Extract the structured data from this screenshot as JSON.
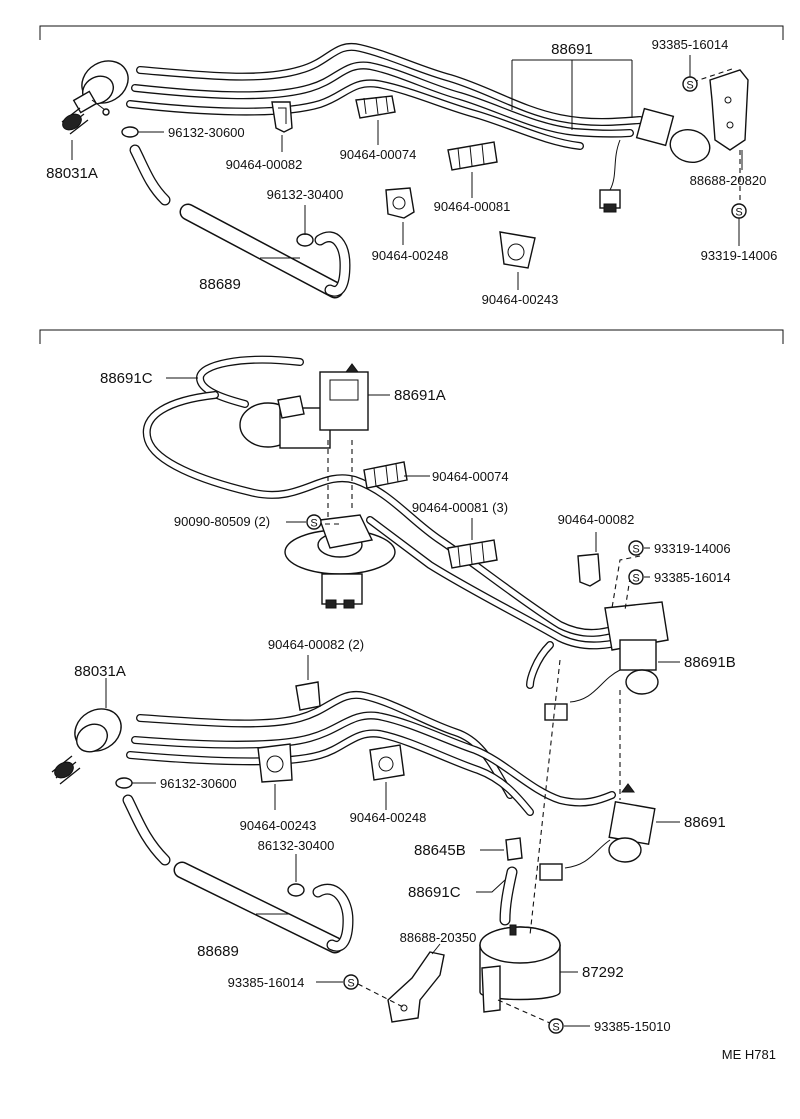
{
  "diagram": {
    "code": "ME H781",
    "s_symbol": "S",
    "top_labels": {
      "p88691": "88691",
      "p93385_16014": "93385-16014",
      "p88031A": "88031A",
      "p96132_30600": "96132-30600",
      "p90464_00082": "90464-00082",
      "p90464_00074": "90464-00074",
      "p88688_20820": "88688-20820",
      "p96132_30400": "96132-30400",
      "p90464_00081": "90464-00081",
      "p93319_14006": "93319-14006",
      "p90464_00248": "90464-00248",
      "p88689": "88689",
      "p90464_00243": "90464-00243"
    },
    "bottom_labels": {
      "p88691C_top": "88691C",
      "p88691A": "88691A",
      "p90464_00074": "90464-00074",
      "p90464_00081_3": "90464-00081  (3)",
      "p90090_80509_2": "90090-80509  (2)",
      "p90464_00082": "90464-00082",
      "p93319_14006": "93319-14006",
      "p93385_16014_right": "93385-16014",
      "p90464_00082_2": "90464-00082  (2)",
      "p88031A": "88031A",
      "p88691B": "88691B",
      "p96132_30600": "96132-30600",
      "p88691": "88691",
      "p90464_00243": "90464-00243",
      "p90464_00248": "90464-00248",
      "p86132_30400": "86132-30400",
      "p88645B": "88645B",
      "p88691C_bottom": "88691C",
      "p88689": "88689",
      "p88688_20350": "88688-20350",
      "p87292": "87292",
      "p93385_16014_left": "93385-16014",
      "p93385_15010": "93385-15010"
    }
  }
}
